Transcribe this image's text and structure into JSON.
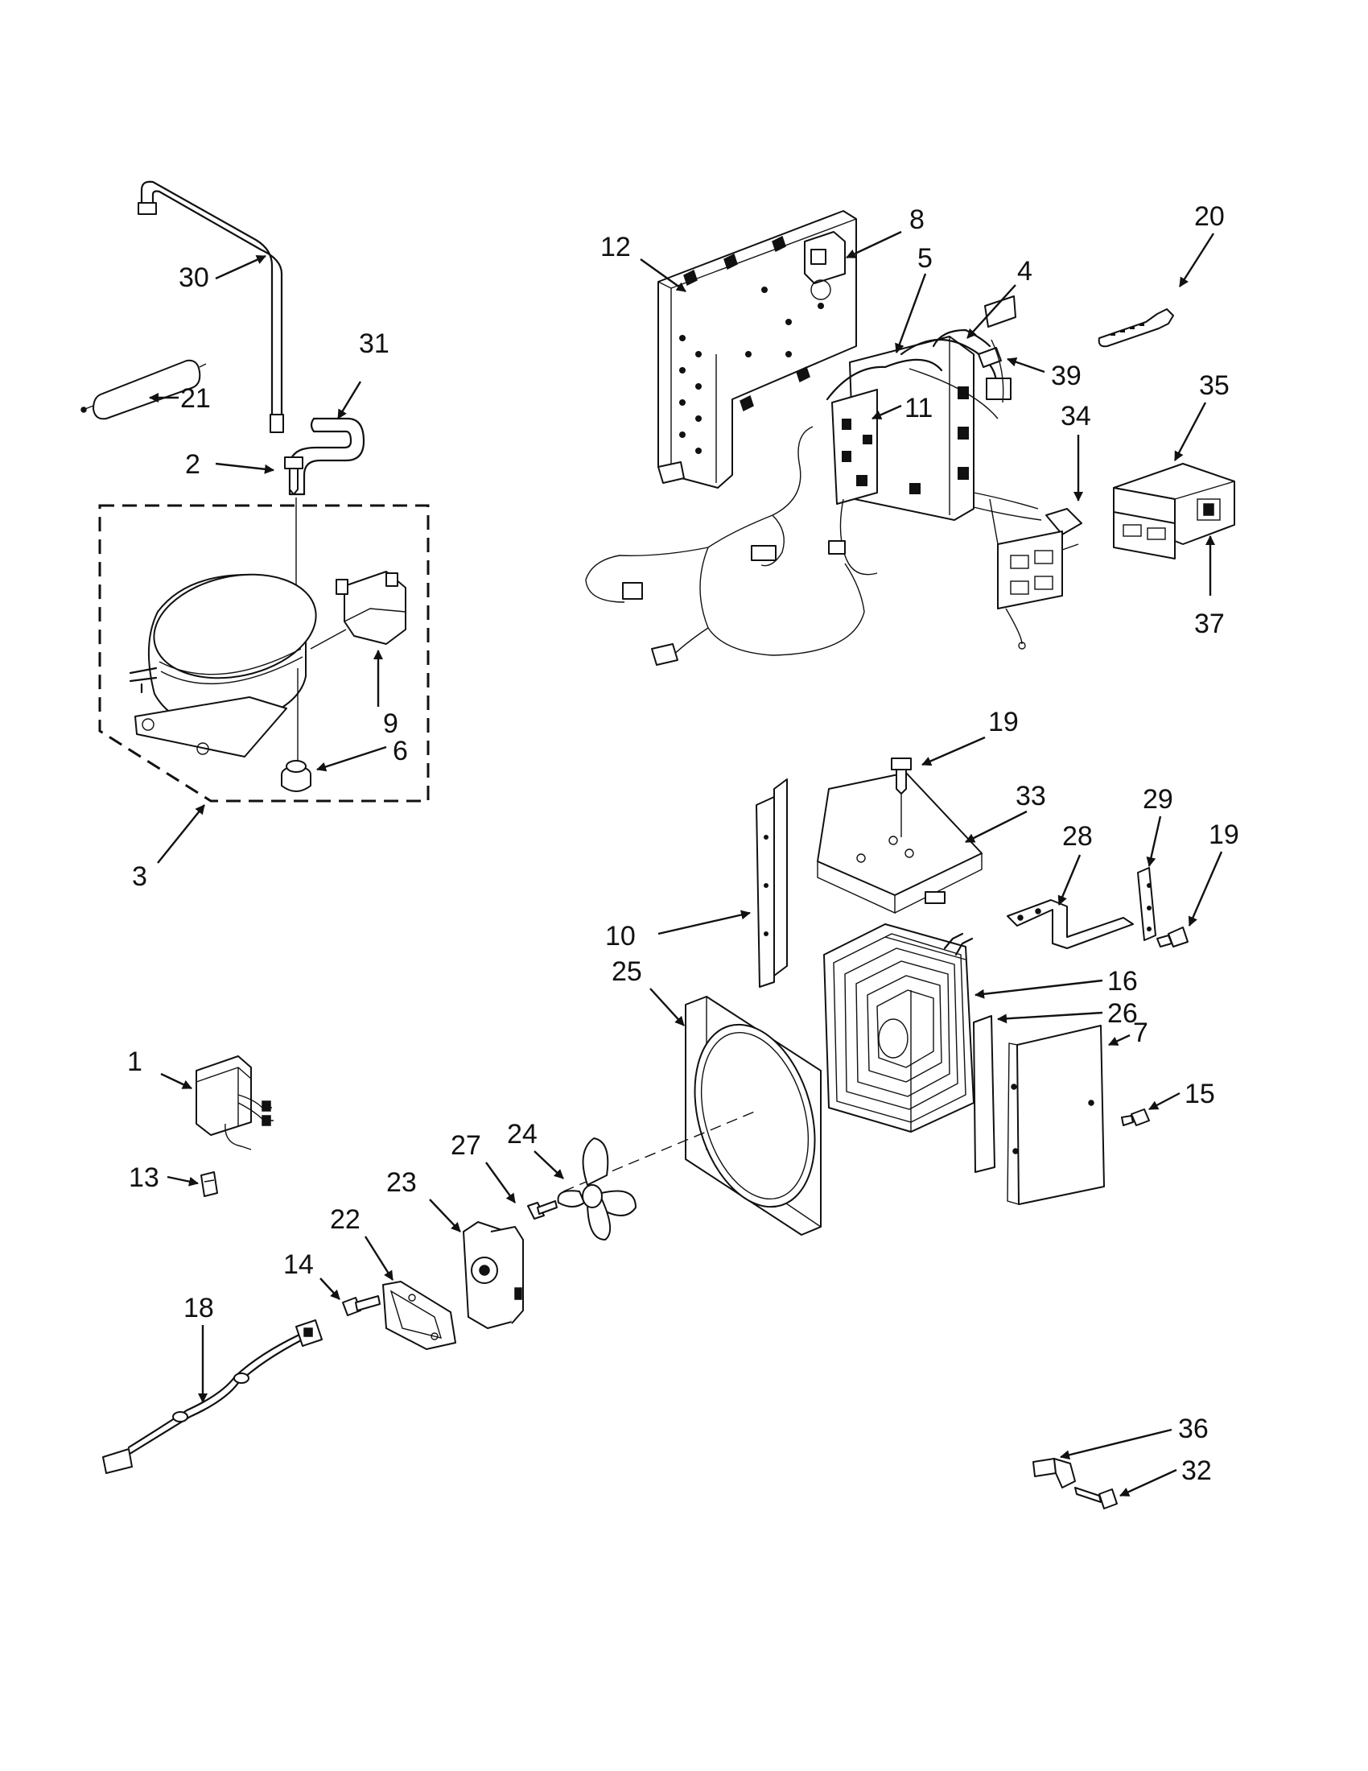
{
  "diagram": {
    "callouts": [
      {
        "id": "c1",
        "text": "1"
      },
      {
        "id": "c2",
        "text": "2"
      },
      {
        "id": "c3",
        "text": "3"
      },
      {
        "id": "c4",
        "text": "4"
      },
      {
        "id": "c5",
        "text": "5"
      },
      {
        "id": "c6",
        "text": "6"
      },
      {
        "id": "c7",
        "text": "7"
      },
      {
        "id": "c8",
        "text": "8"
      },
      {
        "id": "c9",
        "text": "9"
      },
      {
        "id": "c10",
        "text": "10"
      },
      {
        "id": "c11",
        "text": "11"
      },
      {
        "id": "c12",
        "text": "12"
      },
      {
        "id": "c13",
        "text": "13"
      },
      {
        "id": "c14",
        "text": "14"
      },
      {
        "id": "c15",
        "text": "15"
      },
      {
        "id": "c16",
        "text": "16"
      },
      {
        "id": "c18",
        "text": "18"
      },
      {
        "id": "c19a",
        "text": "19"
      },
      {
        "id": "c19b",
        "text": "19"
      },
      {
        "id": "c20",
        "text": "20"
      },
      {
        "id": "c21",
        "text": "21"
      },
      {
        "id": "c22",
        "text": "22"
      },
      {
        "id": "c23",
        "text": "23"
      },
      {
        "id": "c24",
        "text": "24"
      },
      {
        "id": "c25",
        "text": "25"
      },
      {
        "id": "c26",
        "text": "26"
      },
      {
        "id": "c27",
        "text": "27"
      },
      {
        "id": "c28",
        "text": "28"
      },
      {
        "id": "c29",
        "text": "29"
      },
      {
        "id": "c30",
        "text": "30"
      },
      {
        "id": "c31",
        "text": "31"
      },
      {
        "id": "c32",
        "text": "32"
      },
      {
        "id": "c33",
        "text": "33"
      },
      {
        "id": "c34",
        "text": "34"
      },
      {
        "id": "c35",
        "text": "35"
      },
      {
        "id": "c36",
        "text": "36"
      },
      {
        "id": "c37",
        "text": "37"
      },
      {
        "id": "c39",
        "text": "39"
      }
    ]
  }
}
